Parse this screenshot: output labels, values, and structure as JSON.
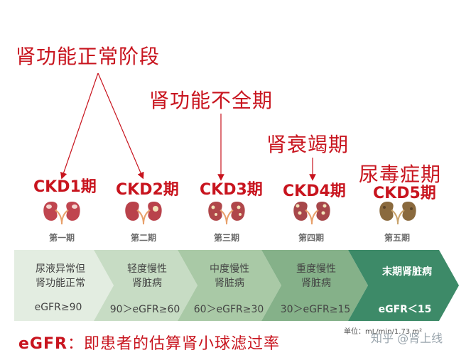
{
  "titles": {
    "normal": "肾功能正常阶段",
    "insufficiency": "肾功能不全期",
    "failure": "肾衰竭期",
    "uremia": "尿毒症期"
  },
  "stages": [
    {
      "ckd": "CKD1期",
      "label": "第一期",
      "desc1": "尿液异常但",
      "desc2": "肾功能正常",
      "egfr": "eGFR≥90"
    },
    {
      "ckd": "CKD2期",
      "label": "第二期",
      "desc1": "轻度慢性",
      "desc2": "肾脏病",
      "egfr": "90＞eGFR≥60"
    },
    {
      "ckd": "CKD3期",
      "label": "第三期",
      "desc1": "中度慢性",
      "desc2": "肾脏病",
      "egfr": "60＞eGFR≥30"
    },
    {
      "ckd": "CKD4期",
      "label": "第四期",
      "desc1": "重度慢性",
      "desc2": "肾脏病",
      "egfr": "30＞eGFR≥15"
    },
    {
      "ckd": "CKD5期",
      "label": "第五期",
      "desc1": "末期肾脏病",
      "desc2": "",
      "egfr": "eGFR＜15"
    }
  ],
  "footer": {
    "prefix": "eGFR",
    "text": "：即患者的估算肾小球滤过率"
  },
  "unit": "单位：mL/min/1.73 m²",
  "watermark": "知乎 @肾上线",
  "colors": {
    "title_red": "#c8141e",
    "band": [
      "#e3ede1",
      "#c7dcc4",
      "#a9c9a6",
      "#85b189",
      "#3d8a68"
    ],
    "kidney_healthy": "#c0454f",
    "kidney_failed": "#8a6a3e"
  },
  "icons": [
    "kidney-icon"
  ]
}
